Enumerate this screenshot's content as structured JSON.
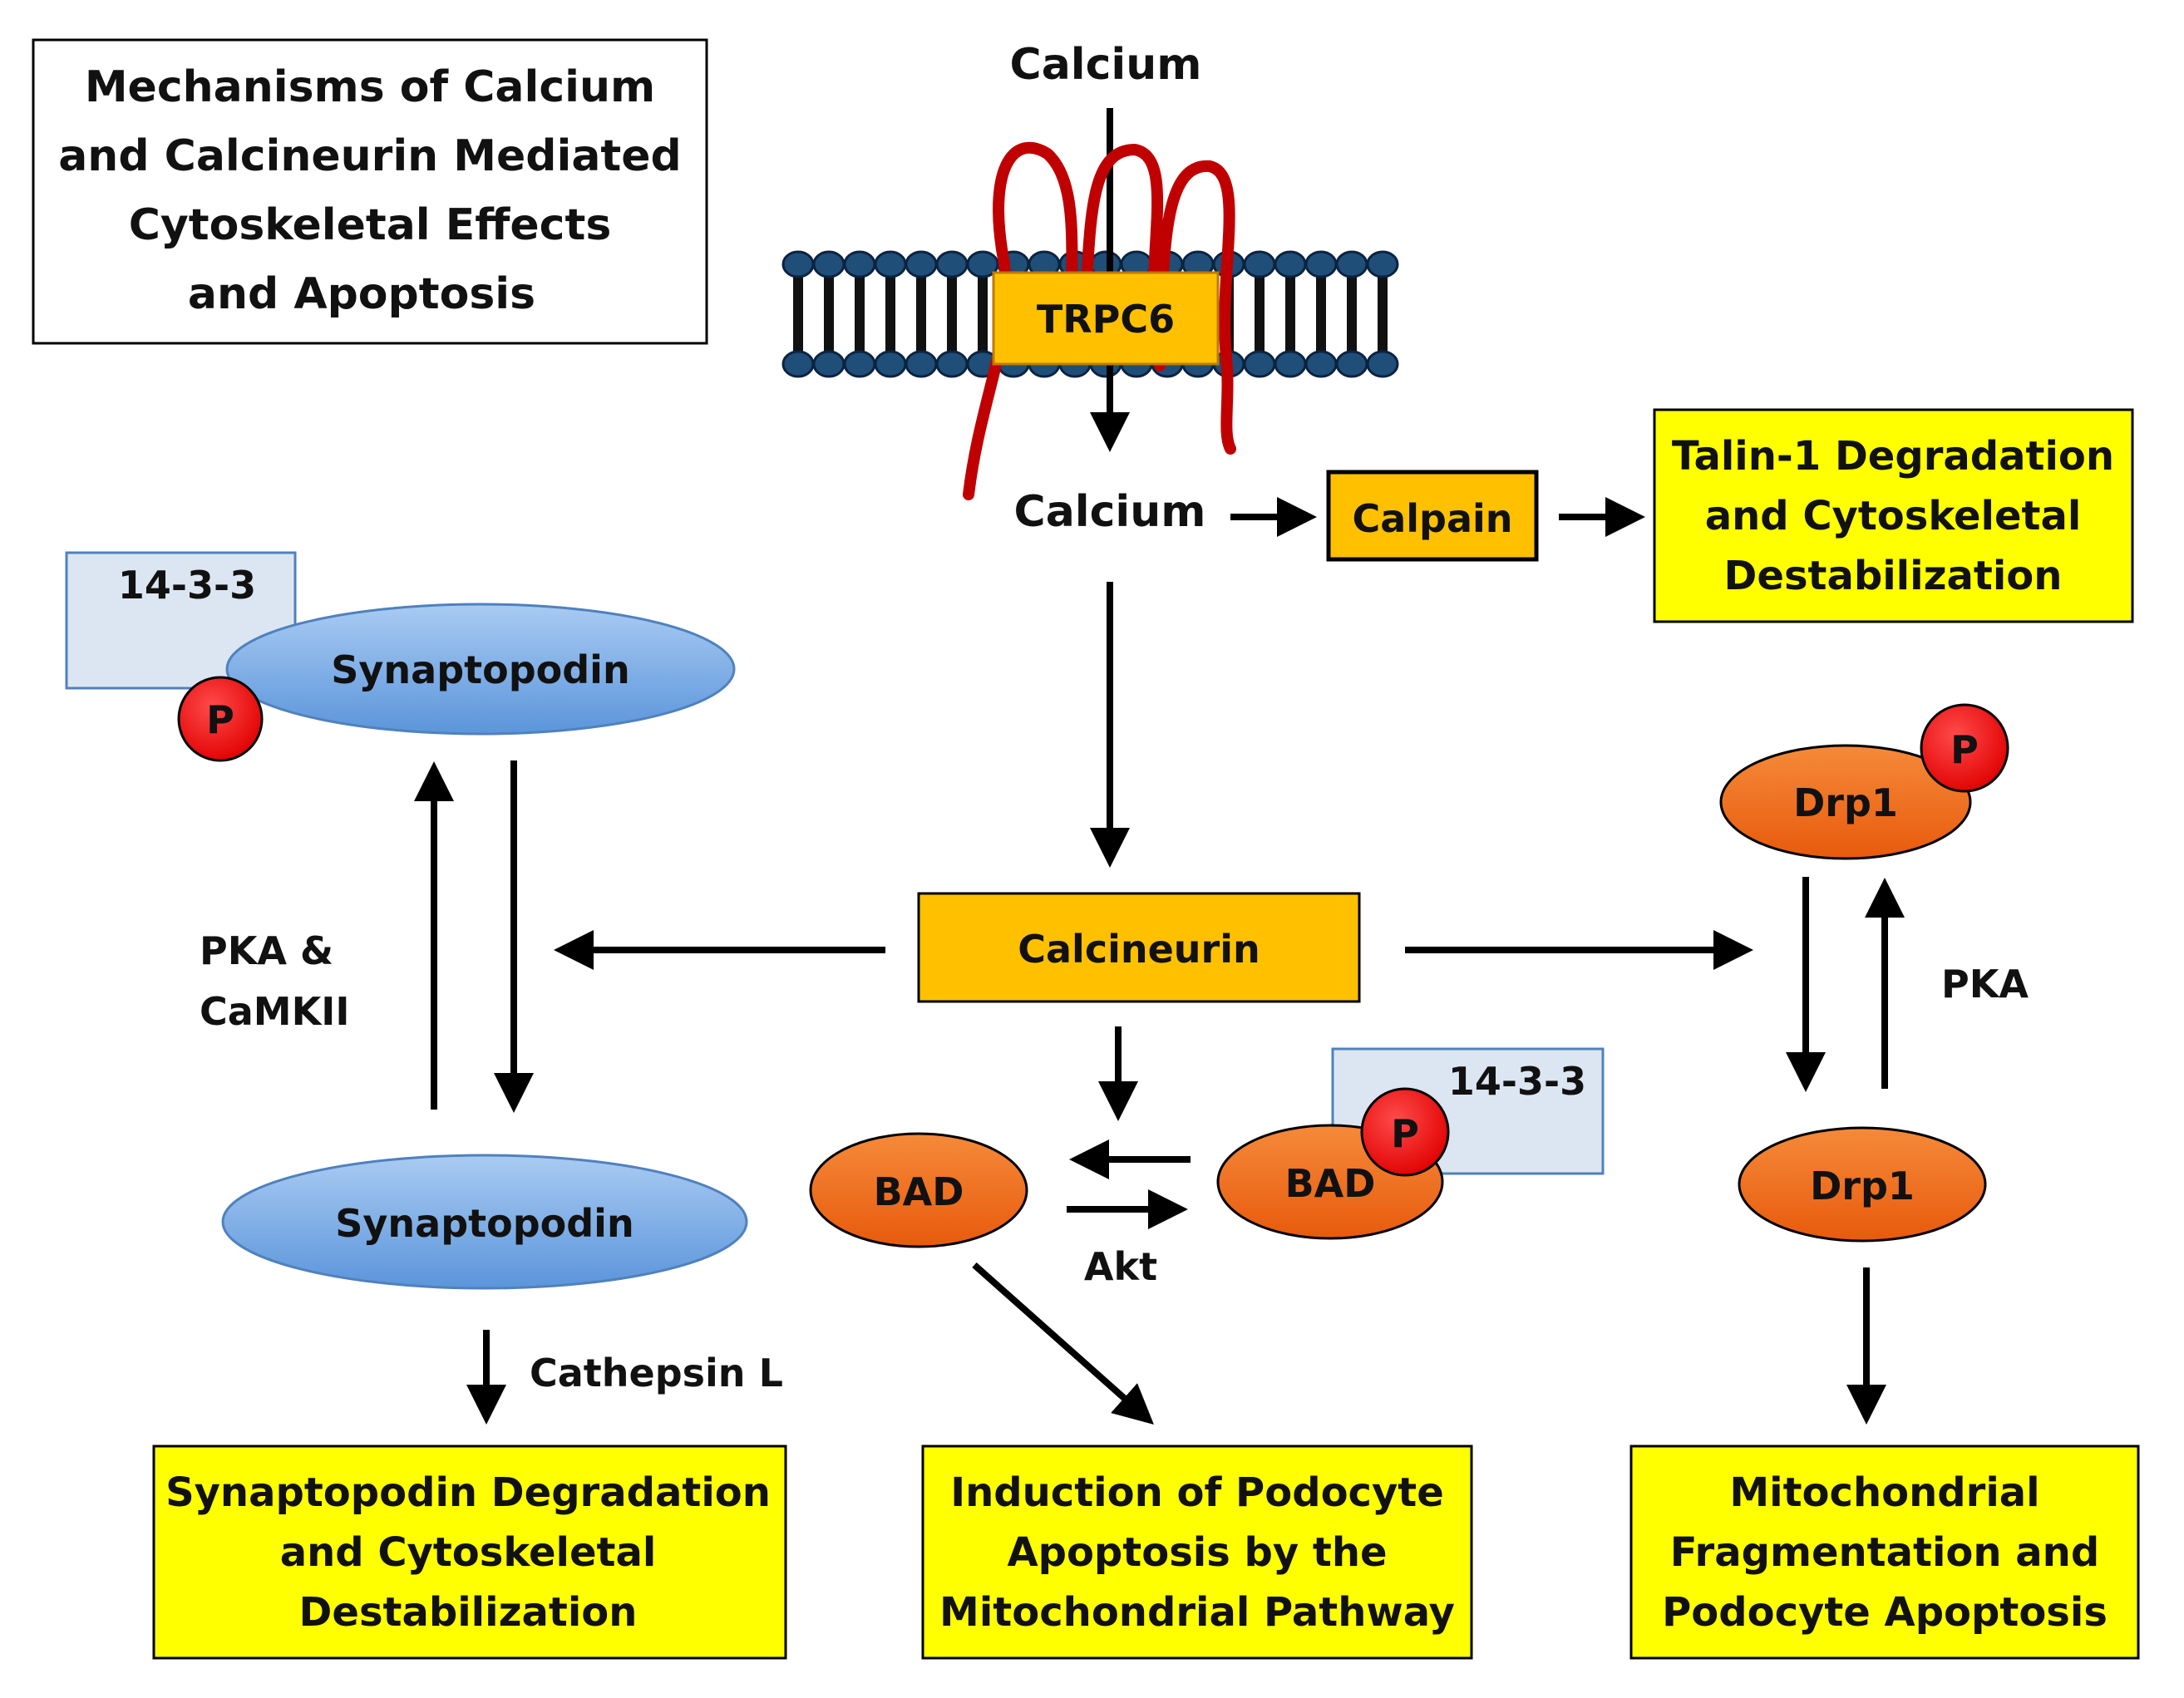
{
  "title": {
    "lines": [
      "Mechanisms of Calcium",
      "and Calcineurin Mediated",
      "Cytoskeletal Effects",
      "and Apoptosis"
    ]
  },
  "labels": {
    "calcium_top": "Calcium",
    "trpc6": "TRPC6",
    "calcium_mid": "Calcium",
    "calpain": "Calpain",
    "calcineurin": "Calcineurin",
    "tag_1433_left": "14-3-3",
    "tag_1433_mid": "14-3-3",
    "synaptopodin_p": "Synaptopodin",
    "synaptopodin": "Synaptopodin",
    "phospho_p": "P",
    "pka_camkii": [
      "PKA &",
      "CaMKII"
    ],
    "cathepsin": "Cathepsin L",
    "bad": "BAD",
    "bad_p": "BAD",
    "akt": "Akt",
    "drp1_p": "Drp1",
    "drp1": "Drp1",
    "pka": "PKA"
  },
  "outcomes": {
    "talin": [
      "Talin-1 Degradation",
      "and Cytoskeletal",
      "Destabilization"
    ],
    "synaptopodin_deg": [
      "Synaptopodin Degradation",
      "and Cytoskeletal",
      "Destabilization"
    ],
    "apoptosis": [
      "Induction of Podocyte",
      "Apoptosis by the",
      "Mitochondrial Pathway"
    ],
    "mito": [
      "Mitochondrial",
      "Fragmentation and",
      "Podocyte Apoptosis"
    ]
  },
  "colors": {
    "orange_box": "#FFC000",
    "yellow_box": "#FFFF00",
    "blue_ellipse": "#6FA8E8",
    "orange_ellipse": "#F26A12",
    "light_blue_box": "#DCE6F2",
    "phospho_red": "#FF0000",
    "lipid_head": "#1F4E79",
    "trpc6_helix": "#C00000"
  }
}
